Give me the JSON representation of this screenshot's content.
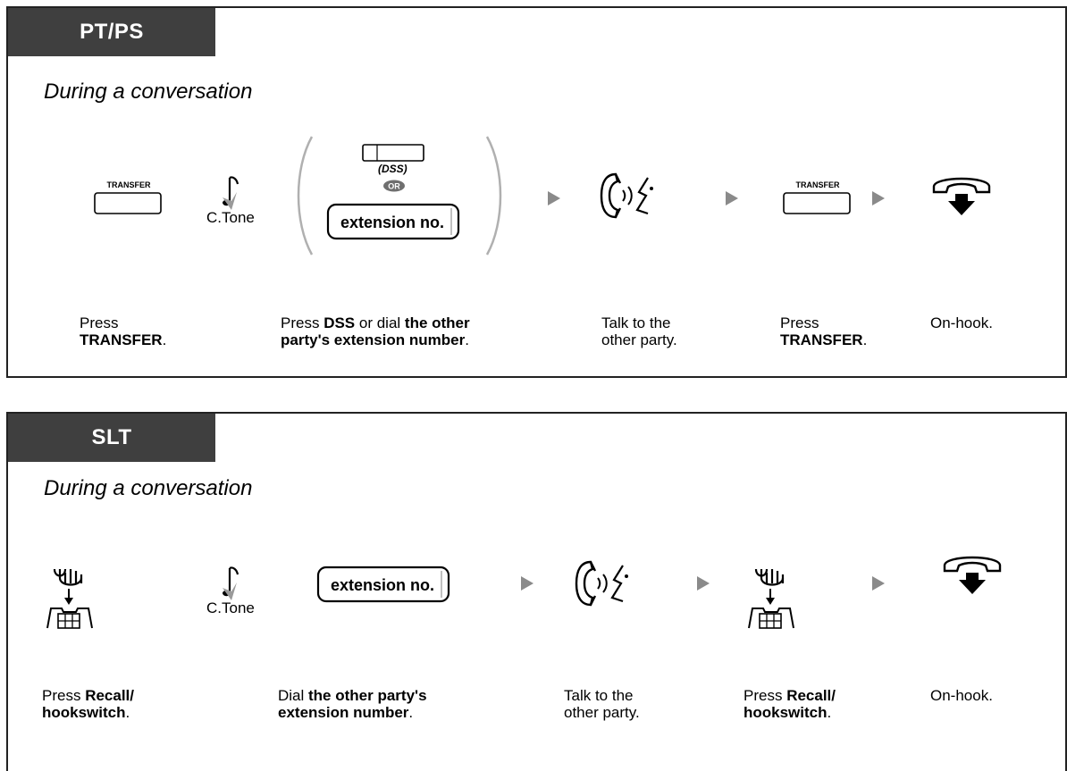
{
  "pt_ps": {
    "tab_label": "PT/PS",
    "condition": "During a conversation",
    "transfer_key_label": "TRANSFER",
    "tone_label": "C.Tone",
    "dss_label": "(DSS)",
    "or_label": "OR",
    "extension_box": "extension no.",
    "transfer_key_label_2": "TRANSFER",
    "captions": {
      "step1_a": "Press",
      "step1_b": "TRANSFER",
      "step1_c": ".",
      "step2_a": "Press ",
      "step2_b": "DSS",
      "step2_c": " or dial ",
      "step2_d": "the other",
      "step2_e": "party's extension number",
      "step2_f": ".",
      "step3_a": "Talk to the",
      "step3_b": "other party.",
      "step4_a": "Press",
      "step4_b": "TRANSFER",
      "step4_c": ".",
      "step5": "On-hook."
    }
  },
  "slt": {
    "tab_label": "SLT",
    "condition": "During a conversation",
    "tone_label": "C.Tone",
    "extension_box": "extension no.",
    "captions": {
      "step1_a": "Press ",
      "step1_b": "Recall/",
      "step1_c": "hookswitch",
      "step1_d": ".",
      "step2_a": "Dial ",
      "step2_b": "the other party's",
      "step2_c": "extension number",
      "step2_d": ".",
      "step3_a": "Talk to the",
      "step3_b": "other party.",
      "step4_a": "Press ",
      "step4_b": "Recall/",
      "step4_c": "hookswitch",
      "step4_d": ".",
      "step5": "On-hook."
    }
  },
  "colors": {
    "tab_bg": "#3f3f3f",
    "arrow": "#8a8a8a",
    "paren": "#b0b0b0",
    "or_badge": "#6f6f6f"
  }
}
